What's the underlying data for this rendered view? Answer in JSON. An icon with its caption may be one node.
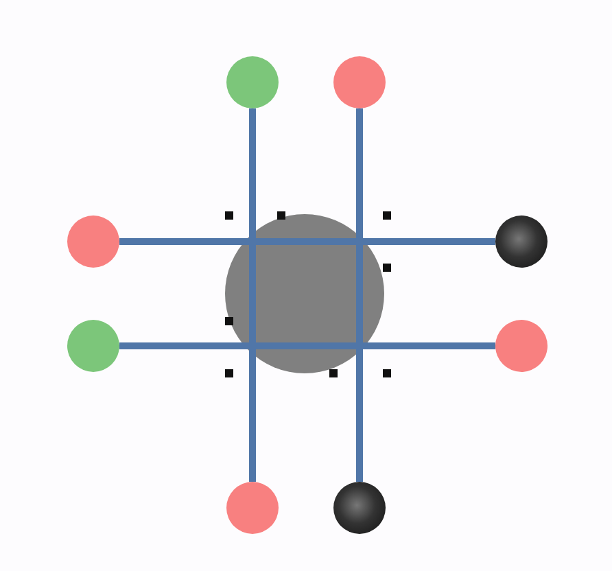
{
  "diagram": {
    "nodes": [
      {
        "text": [],
        "shape": "circle"
      },
      {
        "text": [],
        "shape": "circle"
      },
      {
        "text": [],
        "shape": "circle"
      },
      {
        "text": [],
        "shape": "circle"
      },
      {
        "text": [],
        "shape": "circle"
      },
      {
        "text": [],
        "shape": "circle"
      },
      {
        "text": [],
        "shape": "circle"
      },
      {
        "text": [],
        "shape": "circle"
      }
    ],
    "edges": [
      {
        "from": 0,
        "to": 6,
        "arrow": "none"
      },
      {
        "from": 1,
        "to": 7,
        "arrow": "none"
      },
      {
        "from": 2,
        "to": 3,
        "arrow": "none"
      },
      {
        "from": 4,
        "to": 5,
        "arrow": "none"
      }
    ]
  }
}
